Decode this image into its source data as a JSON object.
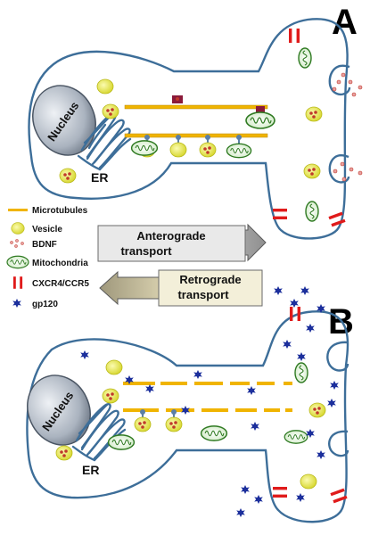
{
  "panels": {
    "a": {
      "letter": "A",
      "nucleus": "Nucleus",
      "er": "ER"
    },
    "b": {
      "letter": "B",
      "nucleus": "Nucleus",
      "er": "ER"
    }
  },
  "legend": {
    "microtubules": "Microtubules",
    "vesicle": "Vesicle",
    "bdnf": "BDNF",
    "mitochondria": "Mitochondria",
    "receptor": "CXCR4/CCR5",
    "gp120": "gp120"
  },
  "arrows": {
    "anterograde": [
      "Anterograde",
      "transport"
    ],
    "retrograde": [
      "Retrograde",
      "transport"
    ]
  },
  "colors": {
    "membrane": "#3d6e99",
    "microtubule": "#f0b400",
    "vesicle": "#e8e84a",
    "mitochondria": "#3c8a2e",
    "receptor": "#e01b1b",
    "gp120": "#1c2f9c",
    "bdnf": "#c0392b"
  }
}
